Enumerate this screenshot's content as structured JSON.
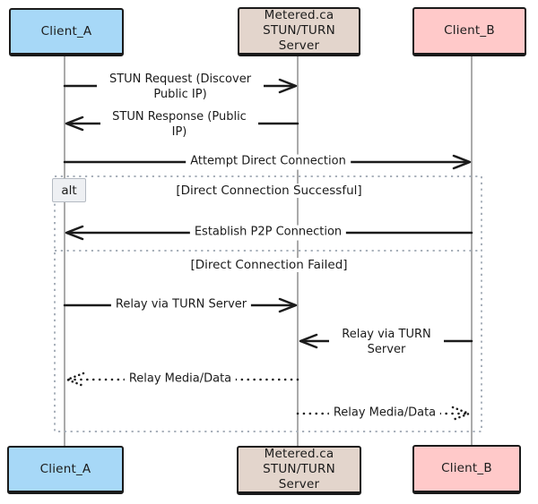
{
  "diagram": {
    "type": "sequence-diagram",
    "style": "hand-drawn",
    "background": "#ffffff",
    "colors": {
      "client_a_fill": "#a7d8f7",
      "server_fill": "#e3d5cc",
      "client_b_fill": "#ffc9c9",
      "actor_border": "#1a1a1a",
      "message_line": "#1b1b1b",
      "lifeline": "#9c9c9c",
      "frame_border": "#a8b0ba",
      "alt_tag_fill": "#eef0f3"
    },
    "actors": [
      {
        "id": "client_a",
        "label": "Client_A"
      },
      {
        "id": "stun_turn_server",
        "label": "Metered.ca STUN/TURN Server"
      },
      {
        "id": "client_b",
        "label": "Client_B"
      }
    ],
    "messages": [
      {
        "from": "client_a",
        "to": "stun_turn_server",
        "label": "STUN Request (Discover Public IP)",
        "line": "solid",
        "direction": "right"
      },
      {
        "from": "stun_turn_server",
        "to": "client_a",
        "label": "STUN Response (Public IP)",
        "line": "solid",
        "direction": "left"
      },
      {
        "from": "client_a",
        "to": "client_b",
        "label": "Attempt Direct Connection",
        "line": "solid",
        "direction": "right"
      },
      {
        "from": "client_b",
        "to": "client_a",
        "label": "Establish P2P Connection",
        "line": "solid",
        "direction": "left"
      },
      {
        "from": "client_a",
        "to": "stun_turn_server",
        "label": "Relay via TURN Server",
        "line": "solid",
        "direction": "right"
      },
      {
        "from": "client_b",
        "to": "stun_turn_server",
        "label": "Relay via TURN Server",
        "line": "solid",
        "direction": "left"
      },
      {
        "from": "stun_turn_server",
        "to": "client_a",
        "label": "Relay Media/Data",
        "line": "dotted",
        "direction": "left"
      },
      {
        "from": "stun_turn_server",
        "to": "client_b",
        "label": "Relay Media/Data",
        "line": "dotted",
        "direction": "right"
      }
    ],
    "frame": {
      "operator": "alt",
      "conditions": [
        "[Direct Connection Successful]",
        "[Direct Connection Failed]"
      ]
    }
  }
}
